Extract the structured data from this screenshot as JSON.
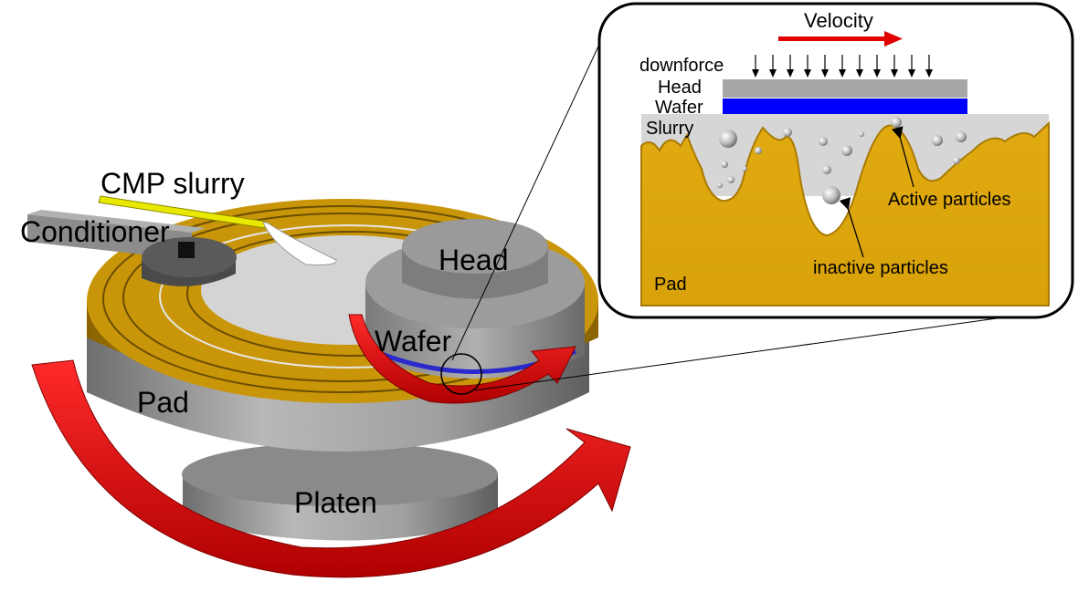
{
  "labels": {
    "cmp_slurry": "CMP slurry",
    "conditioner": "Conditioner",
    "head": "Head",
    "wafer": "Wafer",
    "pad": "Pad",
    "platen": "Platen"
  },
  "inset": {
    "velocity": "Velocity",
    "downforce": "downforce",
    "head": "Head",
    "wafer": "Wafer",
    "slurry": "Slurry",
    "active_particles": "Active particles",
    "inactive_particles": "inactive particles",
    "pad": "Pad"
  },
  "colors": {
    "pad": "#c9960a",
    "pad_dark": "#a87a05",
    "platen": "#9a9a9a",
    "slurry": "#d4d4d4",
    "wafer": "#0000ff",
    "head": "#a6a6a6",
    "arrow": "#e00000",
    "slurry_nozzle": "#e8e800"
  }
}
